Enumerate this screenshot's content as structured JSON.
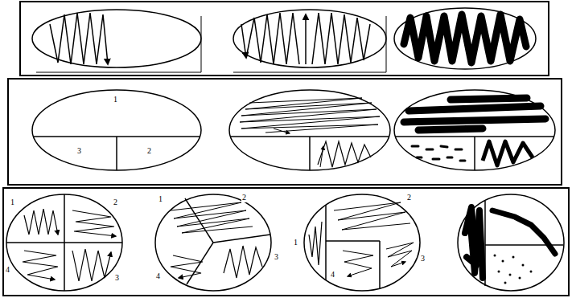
{
  "diagram": {
    "labels": [
      "1",
      "3",
      "2",
      "1",
      "2",
      "4",
      "3",
      "1",
      "2",
      "4",
      "3",
      "1",
      "2",
      "3",
      "4"
    ]
  }
}
